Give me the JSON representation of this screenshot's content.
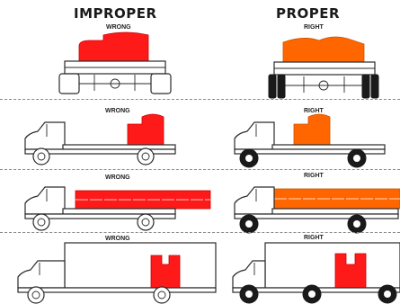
{
  "headings": {
    "left": "IMPROPER",
    "right": "PROPER"
  },
  "labels": {
    "wrong": "WRONG",
    "right": "RIGHT"
  },
  "colors": {
    "load_wrong": "#ff1a1a",
    "load_right": "#ff6600",
    "outline": "#2a2a2a",
    "tire": "#111111"
  },
  "rows": [
    {
      "view": "rear",
      "left_label": "WRONG",
      "right_label": "RIGHT",
      "left_load": "tall load off-center toward one side",
      "right_load": "load centered over axle"
    },
    {
      "view": "flatbed",
      "left_label": "WRONG",
      "right_label": "RIGHT",
      "left_load": "load at rear of bed",
      "right_load": "load over center of bed"
    },
    {
      "view": "long-load",
      "left_label": "WRONG",
      "right_label": "RIGHT",
      "left_load": "long load overhanging rear",
      "right_load": "long load extending forward"
    },
    {
      "view": "box-van",
      "left_label": "WRONG",
      "right_label": "RIGHT",
      "left_load": "load at rear of van",
      "right_load": "load in center of van"
    }
  ]
}
